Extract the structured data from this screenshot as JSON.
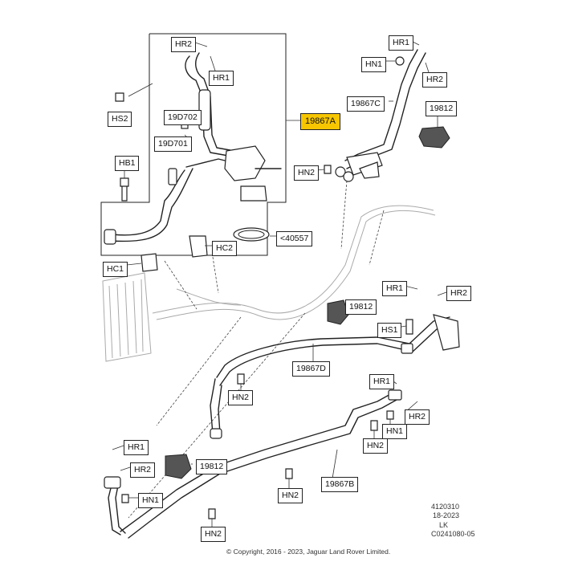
{
  "labels": {
    "hr2_top": "HR2",
    "hr1_top": "HR1",
    "hs2": "HS2",
    "c19d702": "19D702",
    "c19d701": "19D701",
    "hb1": "HB1",
    "c19867a": "19867A",
    "hc2": "HC2",
    "c40557": "<40557",
    "hc1": "HC1",
    "hr1_tr": "HR1",
    "hn1_tr": "HN1",
    "hr2_tr": "HR2",
    "c19867c": "19867C",
    "c19812_tr": "19812",
    "hn2_tr": "HN2",
    "hr1_mr": "HR1",
    "hr2_mr": "HR2",
    "c19812_mid": "19812",
    "hs1": "HS1",
    "c19867d": "19867D",
    "hn2_mid": "HN2",
    "hr1_lr": "HR1",
    "hr2_lr": "HR2",
    "hn1_lr": "HN1",
    "hn2_lr": "HN2",
    "hr1_bl": "HR1",
    "hr2_bl": "HR2",
    "c19812_bl": "19812",
    "hn1_bl": "HN1",
    "hn2_bc": "HN2",
    "c19867b": "19867B",
    "hn2_bl": "HN2"
  },
  "highlight_color": "#f7c600",
  "ref": {
    "line1": "4120310",
    "line2": "18-2023",
    "line3": "LK",
    "line4": "C0241080-05"
  },
  "copyright": "© Copyright, 2016 - 2023, Jaguar Land Rover Limited."
}
